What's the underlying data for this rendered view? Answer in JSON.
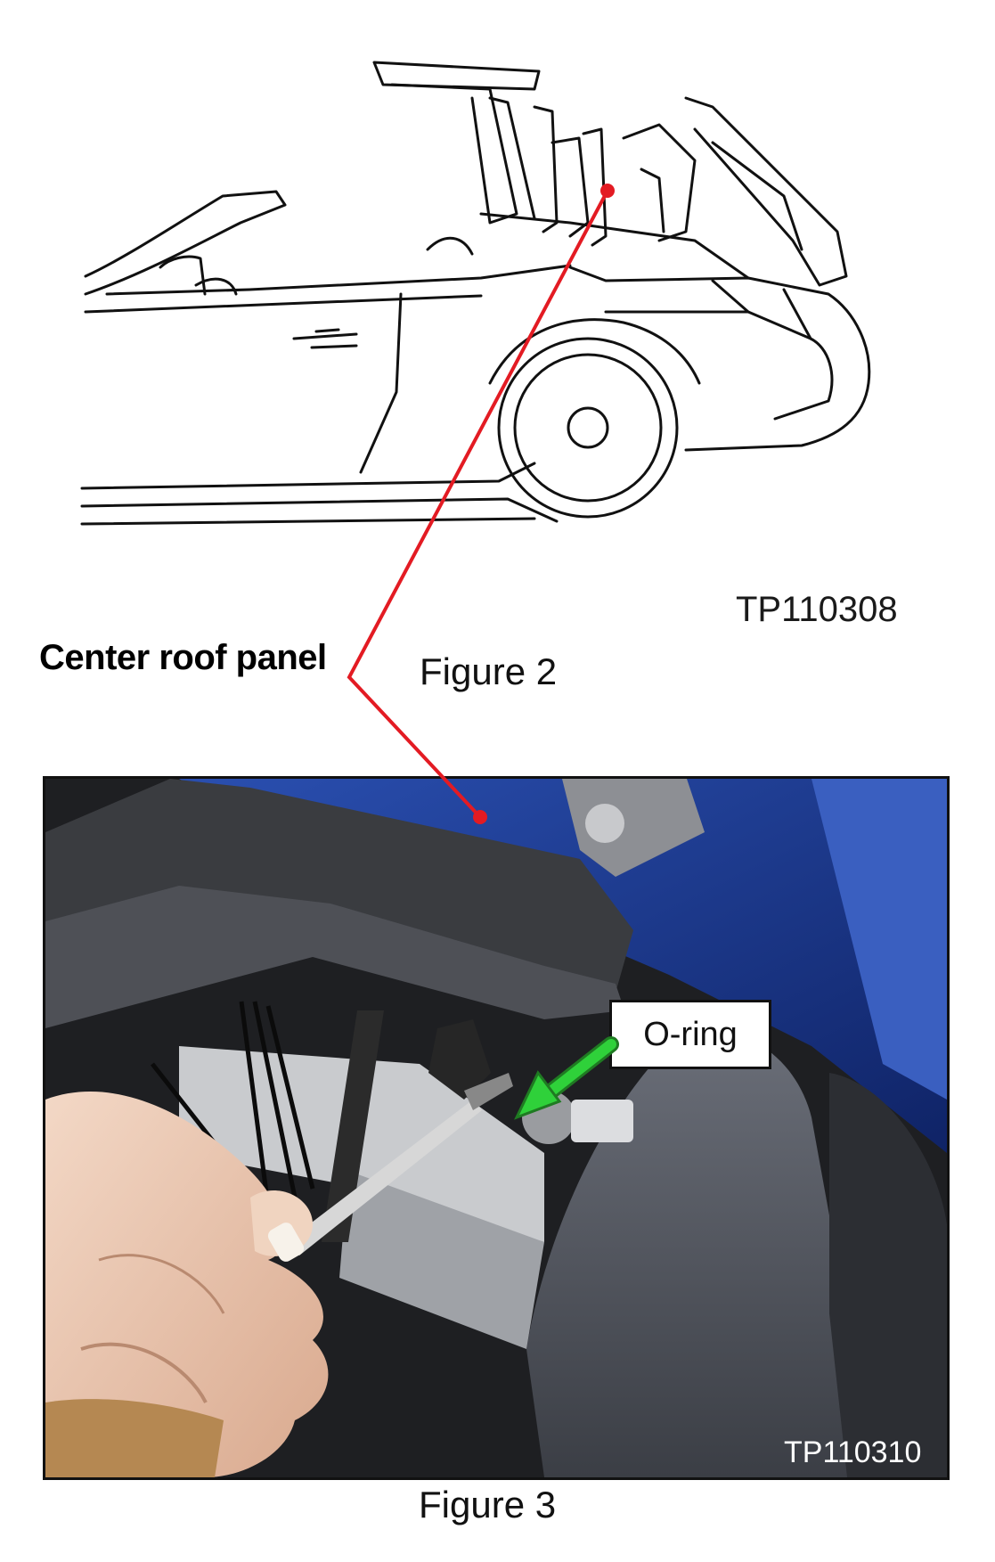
{
  "figure2": {
    "code": "TP110308",
    "caption": "Figure 2",
    "callout": "Center roof panel"
  },
  "figure3": {
    "code": "TP110310",
    "caption": "Figure 3",
    "callout": "O-ring"
  },
  "colors": {
    "red_leader": "#e31b23",
    "green_arrow": "#2fd13a",
    "car_body_blue": "#1f3f9a"
  }
}
